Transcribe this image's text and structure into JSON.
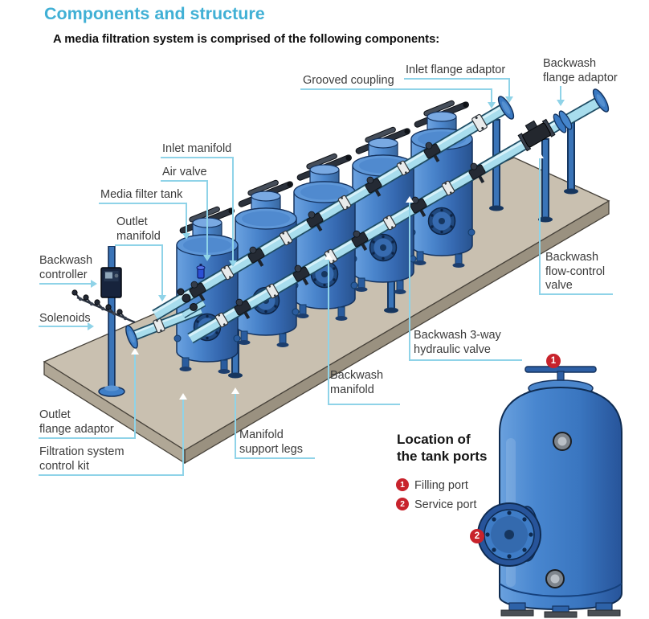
{
  "header": {
    "title": "Components and structure",
    "subtitle": "A media filtration system is comprised of the following components:"
  },
  "labels": {
    "grooved_coupling": "Grooved coupling",
    "inlet_flange_adaptor": "Inlet flange adaptor",
    "backwash_flange_adaptor": "Backwash\nflange adaptor",
    "inlet_manifold": "Inlet manifold",
    "air_valve": "Air valve",
    "media_filter_tank": "Media filter tank",
    "outlet_manifold": "Outlet\nmanifold",
    "backwash_controller": "Backwash\ncontroller",
    "solenoids": "Solenoids",
    "outlet_flange_adaptor": "Outlet\nflange adaptor",
    "filtration_system_control_kit": "Filtration system\ncontrol kit",
    "manifold_support_legs": "Manifold\nsupport legs",
    "backwash_manifold": "Backwash\nmanifold",
    "backwash_3way_hydraulic_valve": "Backwash 3-way\nhydraulic valve",
    "backwash_flow_control_valve": "Backwash\nflow-control\nvalve"
  },
  "legend": {
    "heading": "Location of\nthe tank ports",
    "items": [
      {
        "num": "1",
        "label": "Filling port"
      },
      {
        "num": "2",
        "label": "Service port"
      }
    ]
  },
  "diagram_markers": {
    "filling_port": "1",
    "service_port": "2"
  },
  "colors": {
    "accent": "#41b0d5",
    "leader_line": "#8fd3e8",
    "marker_red": "#c8232c",
    "tank_blue": "#3a77c4",
    "pipe_cyan": "#a8dded",
    "platform_tan": "#c9c0b0"
  }
}
